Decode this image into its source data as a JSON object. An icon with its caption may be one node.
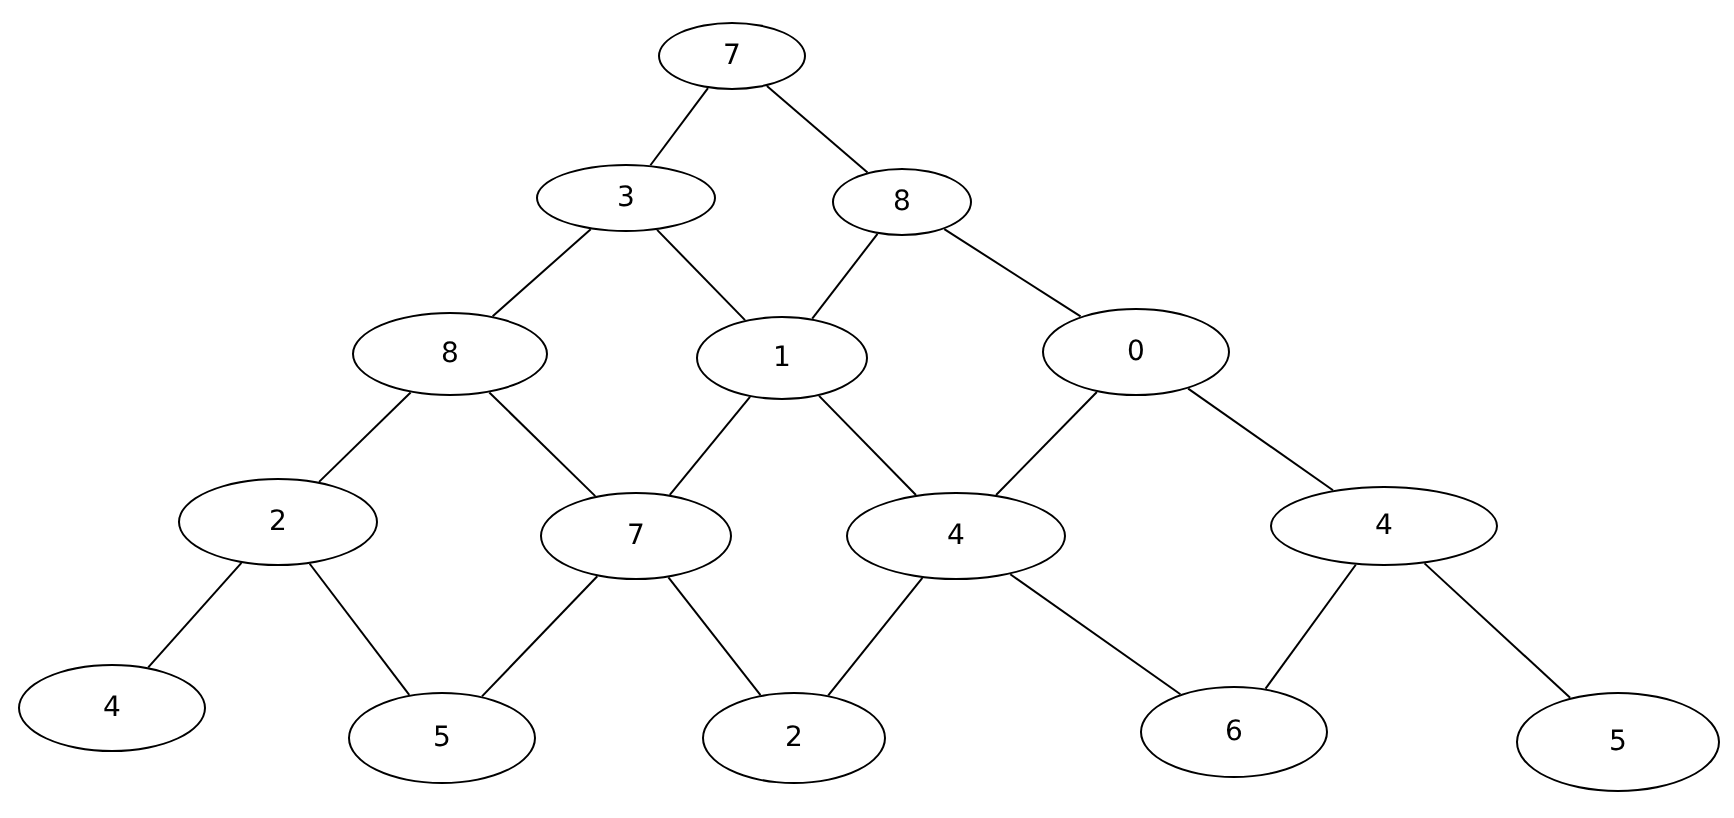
{
  "diagram": {
    "nodes": [
      {
        "text": [
          "7"
        ]
      },
      {
        "text": [
          "3"
        ]
      },
      {
        "text": [
          "8"
        ]
      },
      {
        "text": [
          "8"
        ]
      },
      {
        "text": [
          "1"
        ]
      },
      {
        "text": [
          "0"
        ]
      },
      {
        "text": [
          "2"
        ]
      },
      {
        "text": [
          "7"
        ]
      },
      {
        "text": [
          "4"
        ]
      },
      {
        "text": [
          "4"
        ]
      },
      {
        "text": [
          "4"
        ]
      },
      {
        "text": [
          "5"
        ]
      },
      {
        "text": [
          "2"
        ]
      },
      {
        "text": [
          "6"
        ]
      },
      {
        "text": [
          "5"
        ]
      }
    ],
    "edges": [
      {
        "from": 0,
        "to": 1,
        "arrow": "none"
      },
      {
        "from": 0,
        "to": 2,
        "arrow": "none"
      },
      {
        "from": 1,
        "to": 3,
        "arrow": "none"
      },
      {
        "from": 1,
        "to": 4,
        "arrow": "none"
      },
      {
        "from": 2,
        "to": 4,
        "arrow": "none"
      },
      {
        "from": 2,
        "to": 5,
        "arrow": "none"
      },
      {
        "from": 3,
        "to": 6,
        "arrow": "none"
      },
      {
        "from": 3,
        "to": 7,
        "arrow": "none"
      },
      {
        "from": 4,
        "to": 7,
        "arrow": "none"
      },
      {
        "from": 4,
        "to": 8,
        "arrow": "none"
      },
      {
        "from": 5,
        "to": 8,
        "arrow": "none"
      },
      {
        "from": 5,
        "to": 9,
        "arrow": "none"
      },
      {
        "from": 6,
        "to": 10,
        "arrow": "none"
      },
      {
        "from": 6,
        "to": 11,
        "arrow": "none"
      },
      {
        "from": 7,
        "to": 11,
        "arrow": "none"
      },
      {
        "from": 7,
        "to": 12,
        "arrow": "none"
      },
      {
        "from": 8,
        "to": 12,
        "arrow": "none"
      },
      {
        "from": 8,
        "to": 13,
        "arrow": "none"
      },
      {
        "from": 9,
        "to": 13,
        "arrow": "none"
      },
      {
        "from": 9,
        "to": 14,
        "arrow": "none"
      }
    ]
  }
}
